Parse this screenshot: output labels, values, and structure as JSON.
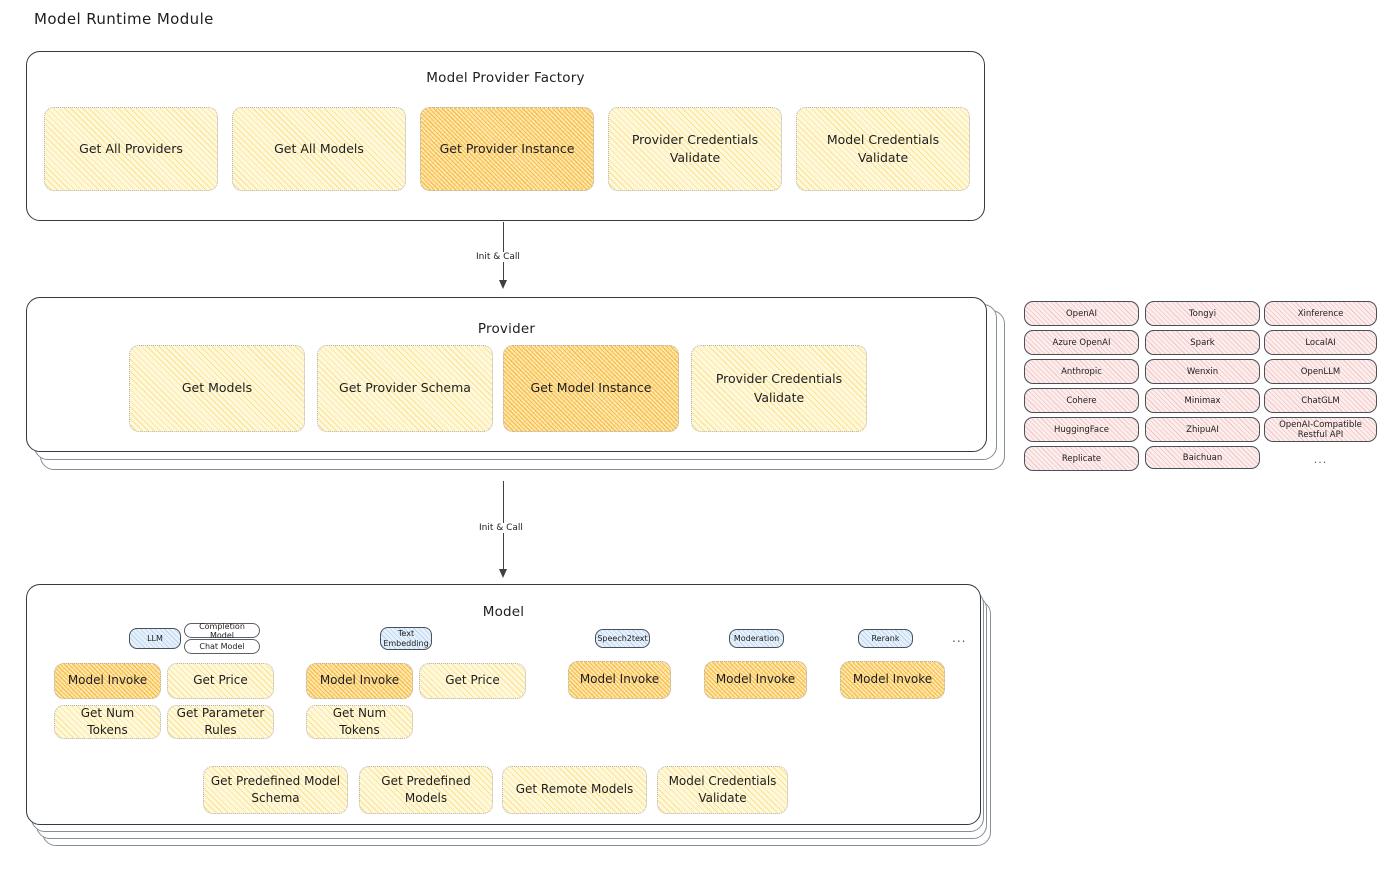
{
  "page": {
    "title": "Model Runtime Module"
  },
  "factory": {
    "title": "Model Provider Factory",
    "items": [
      {
        "label": "Get All Providers",
        "highlight": false
      },
      {
        "label": "Get All Models",
        "highlight": false
      },
      {
        "label": "Get Provider Instance",
        "highlight": true
      },
      {
        "label": "Provider Credentials Validate",
        "highlight": false
      },
      {
        "label": "Model Credentials Validate",
        "highlight": false
      }
    ]
  },
  "arrows": [
    {
      "label": "Init & Call"
    },
    {
      "label": "Init & Call"
    }
  ],
  "provider": {
    "title": "Provider",
    "items": [
      {
        "label": "Get Models",
        "highlight": false
      },
      {
        "label": "Get Provider Schema",
        "highlight": false
      },
      {
        "label": "Get Model Instance",
        "highlight": true
      },
      {
        "label": "Provider Credentials Validate",
        "highlight": false
      }
    ]
  },
  "provider_list": {
    "columns": [
      [
        "OpenAI",
        "Azure OpenAI",
        "Anthropic",
        "Cohere",
        "HuggingFace",
        "Replicate"
      ],
      [
        "Tongyi",
        "Spark",
        "Wenxin",
        "Minimax",
        "ZhipuAI",
        "Baichuan"
      ],
      [
        "Xinference",
        "LocalAI",
        "OpenLLM",
        "ChatGLM",
        "OpenAI-Compatible Restful API"
      ]
    ],
    "more": "..."
  },
  "model": {
    "title": "Model",
    "more": "...",
    "groups": [
      {
        "type_chips": [
          {
            "label": "LLM",
            "style": "blue"
          },
          {
            "label": "Completion Model",
            "style": "white"
          },
          {
            "label": "Chat Model",
            "style": "white"
          }
        ],
        "items": [
          {
            "label": "Model Invoke",
            "highlight": true
          },
          {
            "label": "Get Price",
            "highlight": false
          },
          {
            "label": "Get Num Tokens",
            "highlight": false
          },
          {
            "label": "Get Parameter Rules",
            "highlight": false
          }
        ]
      },
      {
        "type_chips": [
          {
            "label": "Text Embedding",
            "style": "blue"
          }
        ],
        "items": [
          {
            "label": "Model Invoke",
            "highlight": true
          },
          {
            "label": "Get Price",
            "highlight": false
          },
          {
            "label": "Get Num Tokens",
            "highlight": false
          }
        ]
      },
      {
        "type_chips": [
          {
            "label": "Speech2text",
            "style": "blue"
          }
        ],
        "items": [
          {
            "label": "Model Invoke",
            "highlight": true
          }
        ]
      },
      {
        "type_chips": [
          {
            "label": "Moderation",
            "style": "blue"
          }
        ],
        "items": [
          {
            "label": "Model Invoke",
            "highlight": true
          }
        ]
      },
      {
        "type_chips": [
          {
            "label": "Rerank",
            "style": "blue"
          }
        ],
        "items": [
          {
            "label": "Model Invoke",
            "highlight": true
          }
        ]
      }
    ],
    "common_items": [
      {
        "label": "Get Predefined Model Schema"
      },
      {
        "label": "Get Predefined Models"
      },
      {
        "label": "Get Remote Models"
      },
      {
        "label": "Model Credentials Validate"
      }
    ]
  },
  "colors": {
    "box_fill": "#fff9db",
    "box_fill_strong": "#ffe9b8",
    "provider_chip_fill": "#fdeeee",
    "type_chip_fill": "#e7f1fb",
    "stroke": "#343a40"
  }
}
